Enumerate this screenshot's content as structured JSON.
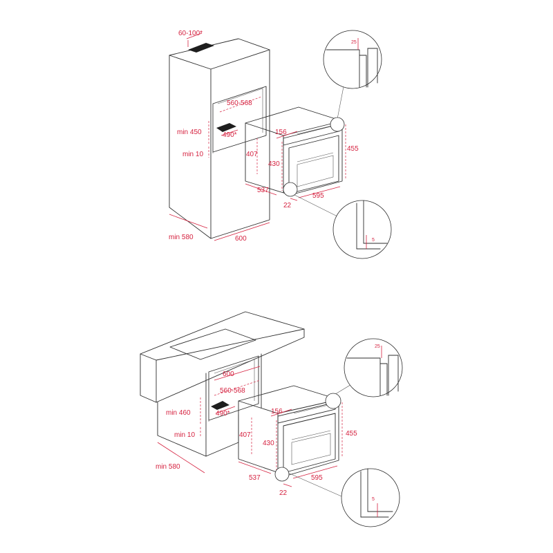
{
  "diagrams": [
    {
      "id": "column-installation",
      "labels": {
        "ventilation_top": "60-100*",
        "niche_width": "560-568",
        "niche_height": "min 450",
        "vent_depth": "490*",
        "gap_below": "min 10",
        "cabinet_depth": "min 580",
        "cabinet_width": "600",
        "oven_height": "407",
        "front_height": "430",
        "oven_depth": "537",
        "panel_thickness": "156",
        "oven_width": "595",
        "total_height": "455",
        "front_offset": "22",
        "detail_top": "25",
        "detail_bottom": "5"
      }
    },
    {
      "id": "under-counter-installation",
      "labels": {
        "counter_width": "600",
        "niche_width": "560-568",
        "niche_height": "min 460",
        "vent_depth": "490*",
        "gap_below": "min 10",
        "cabinet_depth": "min 580",
        "oven_height": "407",
        "front_height": "430",
        "oven_depth": "537",
        "panel_thickness": "156",
        "oven_width": "595",
        "total_height": "455",
        "front_offset": "22",
        "detail_top": "25",
        "detail_bottom": "5"
      }
    }
  ],
  "colors": {
    "dimension": "#d5213f",
    "line": "#2b2b2b"
  }
}
